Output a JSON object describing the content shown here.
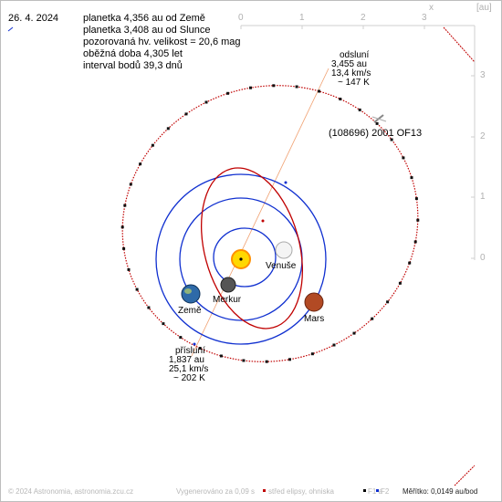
{
  "header": {
    "date": "26. 4. 2024",
    "lines": [
      "planetka 4,356 au od Země",
      "planetka 3,408 au od Slunce",
      "pozorovaná hv. velikost = 20,6 mag",
      "oběžná doba 4,305 let",
      "interval bodů 39,3 dnů"
    ]
  },
  "axes": {
    "x_ticks": [
      "0",
      "1",
      "2",
      "3"
    ],
    "x_label": "x",
    "unit": "[au]",
    "y_ticks": [
      "3",
      "2",
      "1",
      "0"
    ]
  },
  "asteroid": {
    "name": "(108696) 2001 OF13"
  },
  "aphelion": {
    "title": "odsluní",
    "dist": "3,455 au",
    "speed": "13,4 km/s",
    "temp": "~ 147 K"
  },
  "perihelion": {
    "title": "přísluní",
    "dist": "1,837 au",
    "speed": "25,1 km/s",
    "temp": "~ 202 K"
  },
  "planets": {
    "venus": "Venuše",
    "mercury": "Merkur",
    "earth": "Země",
    "mars": "Mars"
  },
  "footer": {
    "copyright": "© 2024 Astronomia, astronomia.zcu.cz",
    "generated": "Vygenerováno za 0,09 s",
    "center": "střed elipsy, ohniska",
    "f1": "F1 a",
    "f2": "F2",
    "scale": "Měřítko: 0,0149 au/bod"
  },
  "colors": {
    "asteroid_orbit": "#c00000",
    "planet_orbit": "#1030d0",
    "text_blue": "#1a4fe0",
    "axis": "#c8c8c8"
  }
}
